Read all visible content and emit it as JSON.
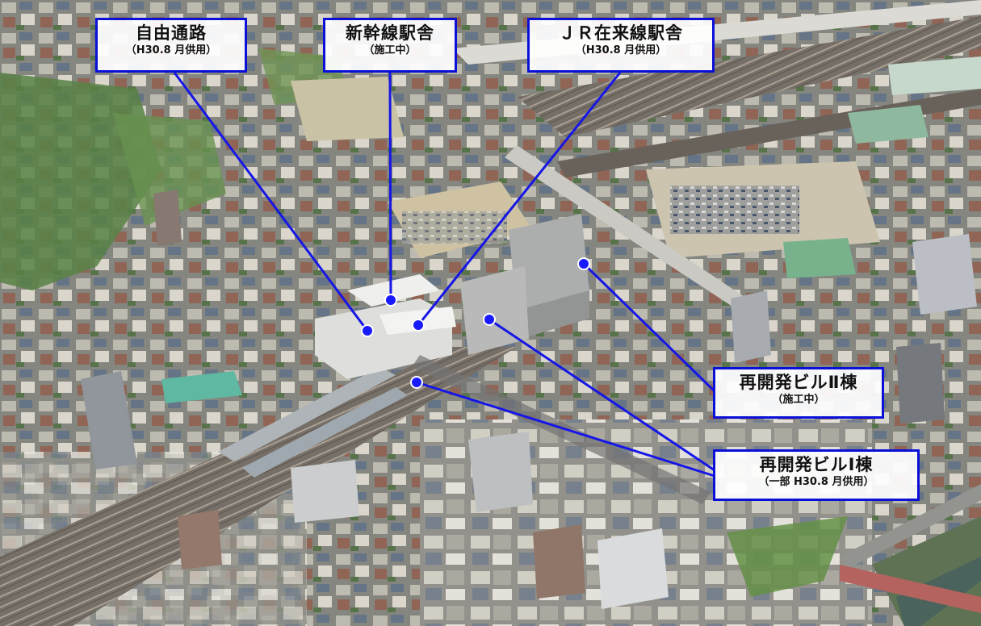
{
  "callouts": [
    {
      "id": "free-passage",
      "title": "自由通路",
      "sub": "（H30.8 月供用）"
    },
    {
      "id": "shinkansen-station",
      "title": "新幹線駅舎",
      "sub": "（施工中）"
    },
    {
      "id": "jr-station",
      "title": "ＪＲ在来線駅舎",
      "sub": "（H30.8 月供用）"
    },
    {
      "id": "redev-2",
      "title": "再開発ビルⅡ棟",
      "sub": "（施工中）"
    },
    {
      "id": "redev-1",
      "title": "再開発ビルⅠ棟",
      "sub": "（一部 H30.8 月供用）"
    }
  ],
  "colors": {
    "callout_border": "#0a10d8",
    "leader_line": "#1616e6",
    "marker": "#1a1aff"
  }
}
